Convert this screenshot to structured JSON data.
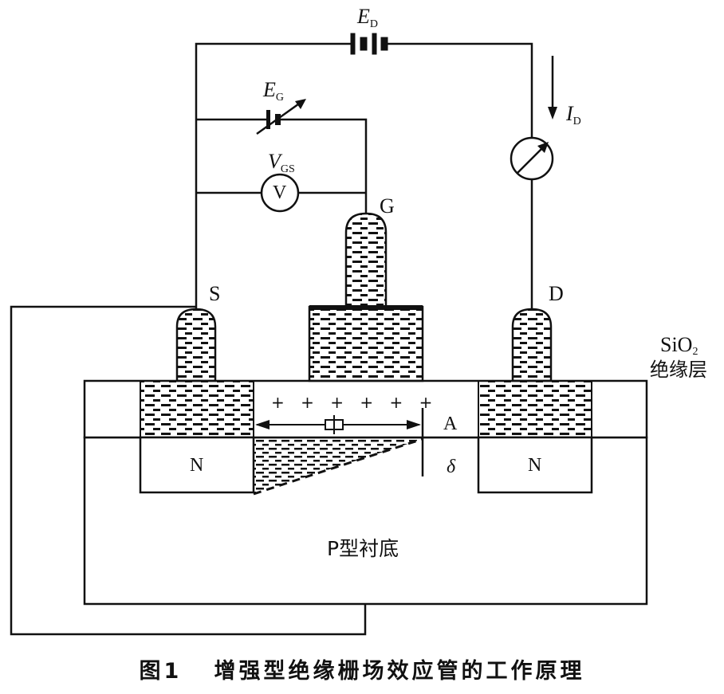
{
  "labels": {
    "ed": "E",
    "ed_sub": "D",
    "eg": "E",
    "eg_sub": "G",
    "id": "I",
    "id_sub": "D",
    "vgs": "V",
    "vgs_sub": "GS",
    "voltmeter": "V",
    "gate": "G",
    "source": "S",
    "drain": "D",
    "sio2_main": "SiO",
    "sio2_sub": "2",
    "insulator": "绝缘层",
    "channel_point": "A",
    "delta": "δ",
    "n_left": "N",
    "n_right": "N",
    "substrate": "P型衬底",
    "charges": "+ + + + + +"
  },
  "caption": "图1   增强型绝缘栅场效应管的工作原理",
  "colors": {
    "ink": "#111111",
    "background": "#ffffff"
  }
}
